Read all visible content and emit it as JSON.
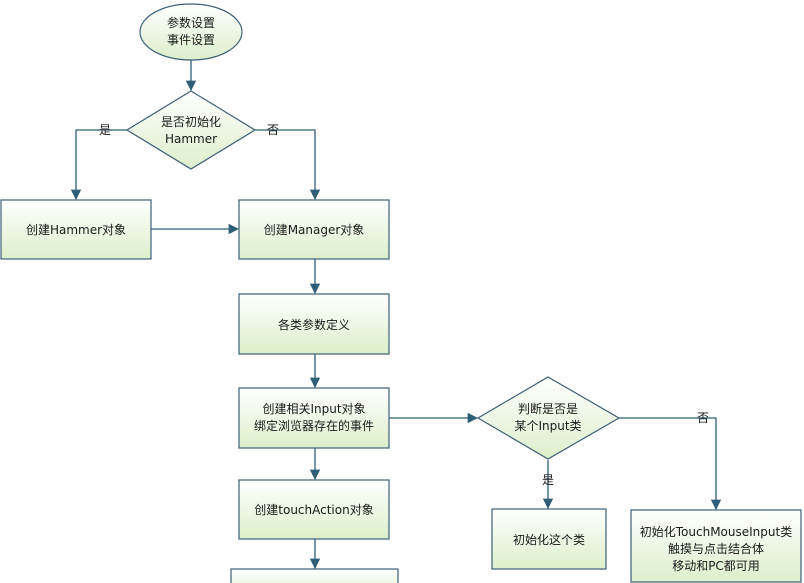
{
  "nodes": {
    "start": {
      "line1": "参数设置",
      "line2": "事件设置"
    },
    "decision_hammer": {
      "line1": "是否初始化",
      "line2": "Hammer"
    },
    "create_hammer": {
      "label": "创建Hammer对象"
    },
    "create_manager": {
      "label": "创建Manager对象"
    },
    "param_define": {
      "label": "各类参数定义"
    },
    "create_input": {
      "line1": "创建相关Input对象",
      "line2": "绑定浏览器存在的事件"
    },
    "decision_input": {
      "line1": "判断是否是",
      "line2": "某个Input类"
    },
    "init_class": {
      "label": "初始化这个类"
    },
    "init_touchmouse": {
      "line1": "初始化TouchMouseInput类",
      "line2": "触摸与点击结合体",
      "line3": "移动和PC都可用"
    },
    "create_touchaction": {
      "label": "创建touchAction对象"
    }
  },
  "edge_labels": {
    "hammer_yes": "是",
    "hammer_no": "否",
    "input_yes": "是",
    "input_no": "否"
  },
  "colors": {
    "fill_top": "#ffffff",
    "fill_bottom": "#dcefcb",
    "stroke": "#3c5f78",
    "edge": "#2f5f78"
  }
}
